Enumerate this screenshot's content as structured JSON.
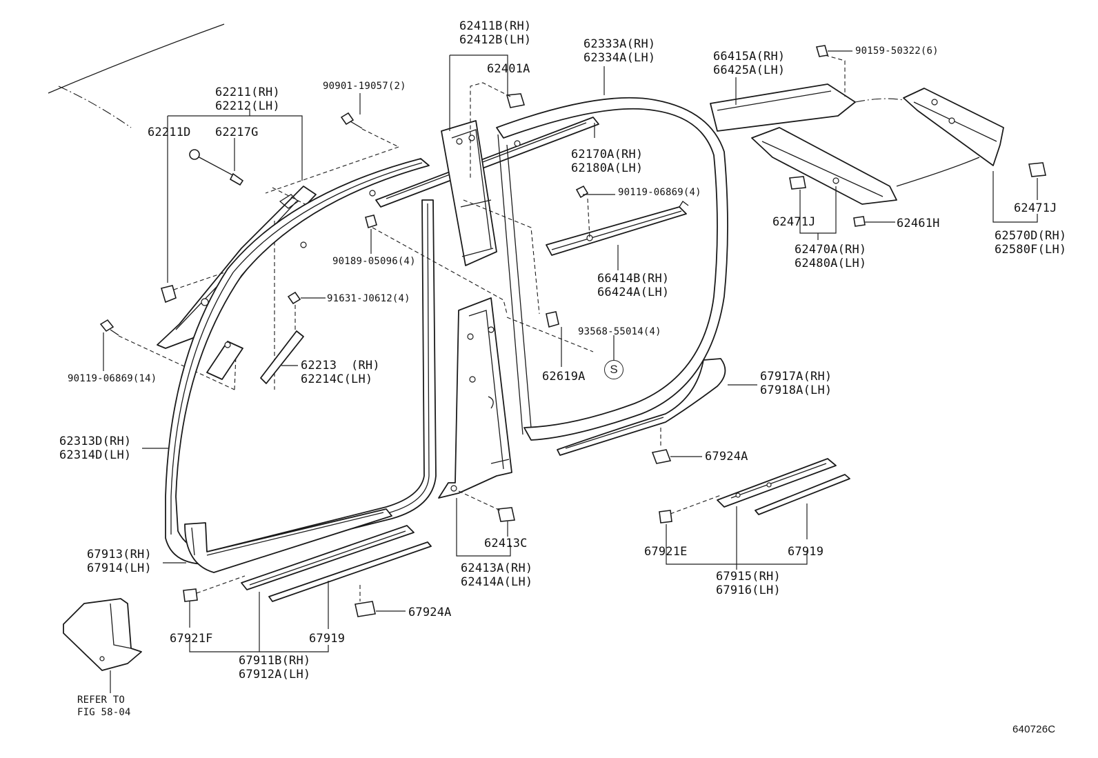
{
  "labels": {
    "p62411": [
      "62411B(RH)",
      "62412B(LH)"
    ],
    "p62401": [
      "62401A"
    ],
    "p90901": [
      "90901-19057(2)"
    ],
    "p62211": [
      "62211(RH)",
      "62212(LH)"
    ],
    "p62211d": [
      "62211D"
    ],
    "p62217": [
      "62217G"
    ],
    "p62333": [
      "62333A(RH)",
      "62334A(LH)"
    ],
    "p62170": [
      "62170A(RH)",
      "62180A(LH)"
    ],
    "p90119a": [
      "90119-06869(4)"
    ],
    "p66415": [
      "66415A(RH)",
      "66425A(LH)"
    ],
    "p90159": [
      "90159-50322(6)"
    ],
    "p62471a": [
      "62471J"
    ],
    "p62471b": [
      "62471J"
    ],
    "p62461": [
      "62461H"
    ],
    "p62470": [
      "62470A(RH)",
      "62480A(LH)"
    ],
    "p62570": [
      "62570D(RH)",
      "62580F(LH)"
    ],
    "p90189": [
      "90189-05096(4)"
    ],
    "p66414": [
      "66414B(RH)",
      "66424A(LH)"
    ],
    "p91631": [
      "91631-J0612(4)"
    ],
    "p93568": [
      "93568-55014(4)"
    ],
    "p90119b": [
      "90119-06869(14)"
    ],
    "p62213": [
      "62213  (RH)",
      "62214C(LH)"
    ],
    "p62619": [
      "62619A"
    ],
    "p67917": [
      "67917A(RH)",
      "67918A(LH)"
    ],
    "p62313": [
      "62313D(RH)",
      "62314D(LH)"
    ],
    "p67924a": [
      "67924A"
    ],
    "p62413c": [
      "62413C"
    ],
    "p67913": [
      "67913(RH)",
      "67914(LH)"
    ],
    "p62413a": [
      "62413A(RH)",
      "62414A(LH)"
    ],
    "p67921e": [
      "67921E"
    ],
    "p67919a": [
      "67919"
    ],
    "p67915": [
      "67915(RH)",
      "67916(LH)"
    ],
    "p67924b": [
      "67924A"
    ],
    "p67921f": [
      "67921F"
    ],
    "p67919b": [
      "67919"
    ],
    "p67911": [
      "67911B(RH)",
      "67912A(LH)"
    ],
    "refer": [
      "REFER TO",
      "FIG 58-04"
    ]
  },
  "callout_symbol": "S",
  "drawing_number": "640726C"
}
